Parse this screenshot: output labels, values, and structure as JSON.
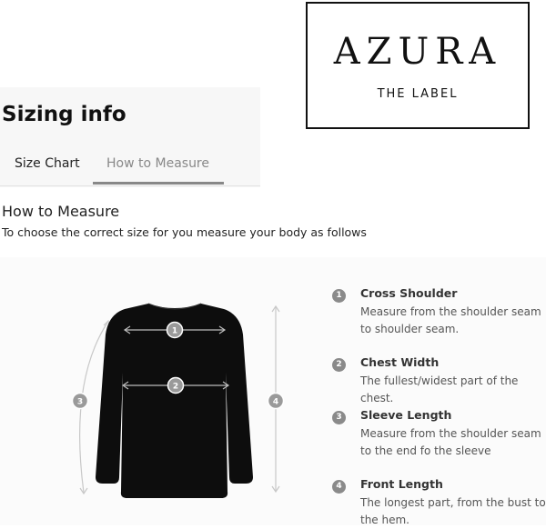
{
  "brand": {
    "name": "AZURA",
    "tagline": "THE LABEL"
  },
  "page": {
    "title": "Sizing info"
  },
  "tabs": [
    {
      "label": "Size Chart",
      "active": false
    },
    {
      "label": "How to Measure",
      "active": true
    }
  ],
  "section": {
    "heading": "How to Measure",
    "description": "To choose the correct size for you measure your body as follows"
  },
  "measurements": [
    {
      "number": "1",
      "title": "Cross Shoulder",
      "description": "Measure from the shoulder seam to shoulder seam."
    },
    {
      "number": "2",
      "title": "Chest Width",
      "description": "The fullest/widest part of the chest."
    },
    {
      "number": "3",
      "title": "Sleeve Length",
      "description": "Measure from the shoulder seam to the end fo the sleeve"
    },
    {
      "number": "4",
      "title": "Front Length",
      "description": "The longest part, from the bust to the hem."
    }
  ],
  "colors": {
    "garment": "#0d0d0d",
    "badge": "#8a8a8a",
    "logo_border": "#111111"
  }
}
